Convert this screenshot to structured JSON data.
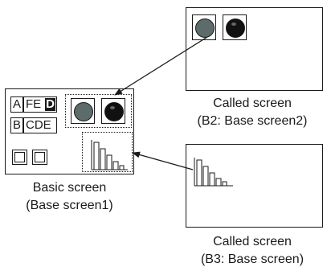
{
  "basic_screen": {
    "row1": {
      "first": "A",
      "rest": "FE",
      "highlight": "D"
    },
    "row2": {
      "first": "B",
      "rest": "CDE"
    },
    "caption_line1": "Basic screen",
    "caption_line2": "(Base screen1)"
  },
  "called_screen_b2": {
    "caption_line1": "Called screen",
    "caption_line2": "(B2: Base screen2)"
  },
  "called_screen_b3": {
    "caption_line1": "Called screen",
    "caption_line2": "(B3: Base screen)"
  },
  "icons": [
    "lamp-gray-icon",
    "lamp-black-icon",
    "bar-graph-icon",
    "switch-icon"
  ],
  "colors": {
    "lamp_gray": "#5d6b6b",
    "lamp_black": "#111111",
    "line": "#1a1a1a"
  }
}
